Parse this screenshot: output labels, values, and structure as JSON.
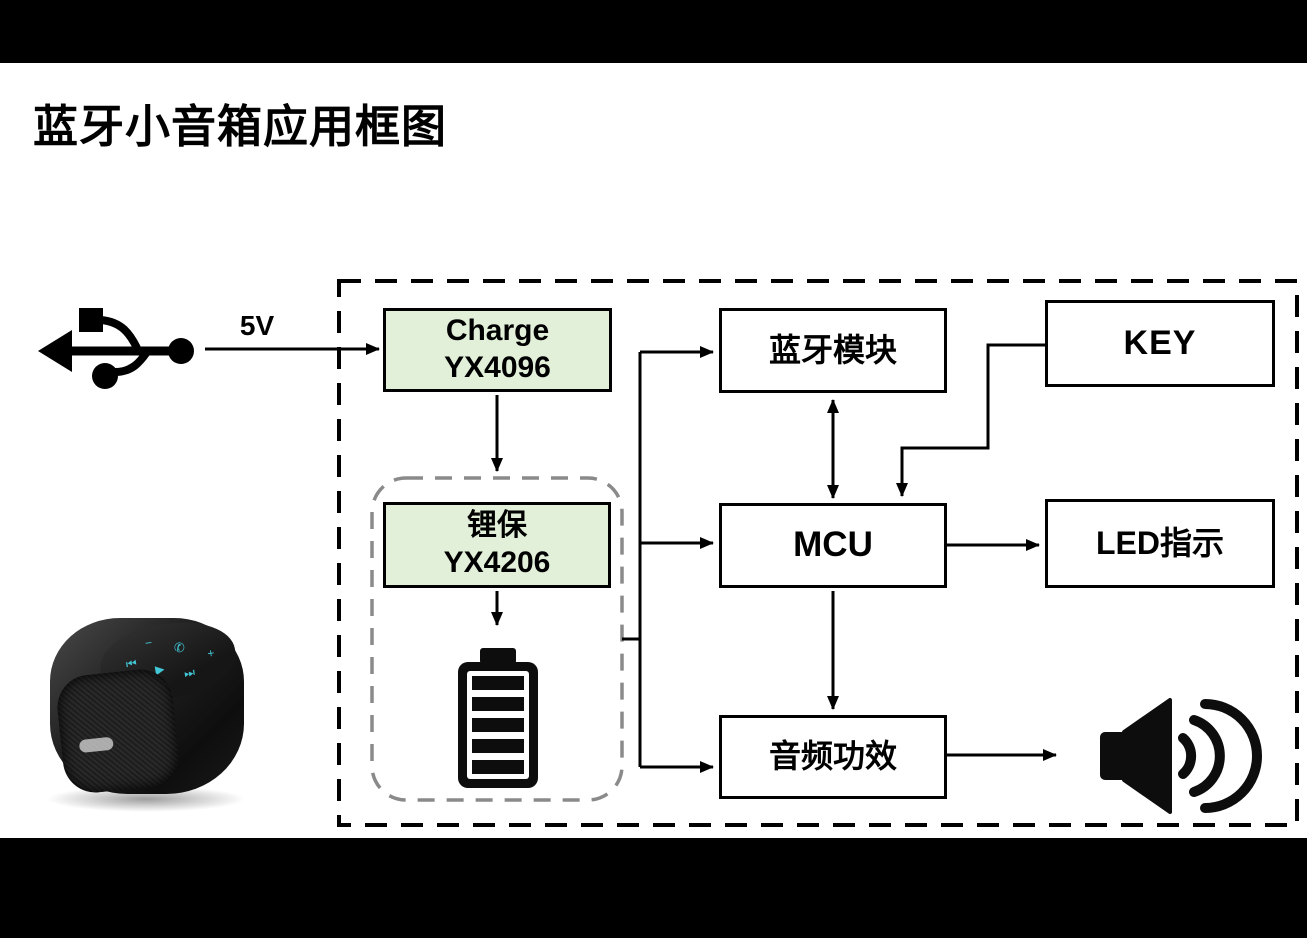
{
  "page": {
    "title": "蓝牙小音箱应用框图"
  },
  "diagram": {
    "power_label": "5V",
    "blocks": {
      "charge": {
        "line1": "Charge",
        "line2": "YX4096"
      },
      "battery_protect": {
        "line1": "锂保",
        "line2": "YX4206"
      },
      "bluetooth_module": {
        "label": "蓝牙模块"
      },
      "key": {
        "label": "KEY"
      },
      "mcu": {
        "label": "MCU"
      },
      "led": {
        "label": "LED指示"
      },
      "audio_effect": {
        "label": "音频功效"
      }
    },
    "icons": [
      {
        "name": "usb-icon"
      },
      {
        "name": "battery-icon"
      },
      {
        "name": "speaker-icon"
      }
    ],
    "colors": {
      "block_fill_green": "#e2efd9",
      "line_black": "#000000",
      "inner_dashed_gray": "#8a8a8a",
      "background": "#ffffff",
      "letterbox": "#000000"
    }
  },
  "product": {
    "touch_icons": [
      {
        "name": "minus-icon",
        "glyph": "−"
      },
      {
        "name": "call-icon",
        "glyph": "✆"
      },
      {
        "name": "prev-track-icon",
        "glyph": "⏮"
      },
      {
        "name": "play-icon",
        "glyph": "▶"
      },
      {
        "name": "next-track-icon",
        "glyph": "⏭"
      },
      {
        "name": "plus-icon",
        "glyph": "+"
      }
    ],
    "accent_color": "#41c7d6"
  }
}
